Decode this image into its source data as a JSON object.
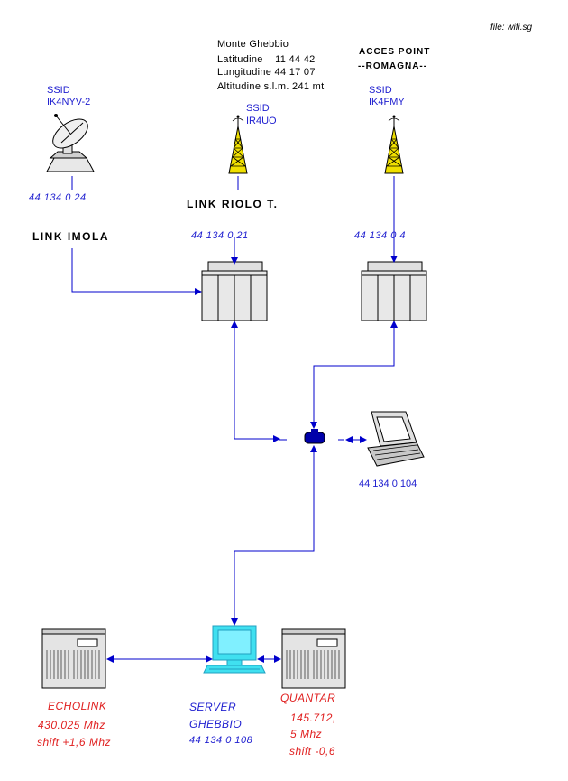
{
  "file_label": "file: wifi.sg",
  "site": {
    "name": "Monte Ghebbio",
    "lat": "Latitudine    11 44 42",
    "lon": "Lungitudine 44 17 07",
    "alt": "Altitudine s.l.m. 241 mt"
  },
  "access_point": {
    "line1": "ACCES POINT",
    "line2": "--ROMAGNA--"
  },
  "ssid_left": {
    "label": "SSID",
    "value": "IK4NYV-2"
  },
  "ssid_mid": {
    "label": "SSID",
    "value": "IR4UO"
  },
  "ssid_right": {
    "label": "SSID",
    "value": "IK4FMY"
  },
  "ip_imola": "44 134 0 24",
  "link_imola": "LINK IMOLA",
  "link_riolo": "LINK RIOLO T.",
  "ip_riolo": "44 134 0 21",
  "ip_romagna": "44 134 0 4",
  "ip_laptop": "44 134 0 104",
  "echolink": {
    "name": "ECHOLINK",
    "freq": "430.025 Mhz",
    "shift": "shift +1,6 Mhz"
  },
  "server": {
    "line1": "SERVER",
    "line2": "GHEBBIO",
    "ip": "44 134 0 108"
  },
  "quantar": {
    "name": "QUANTAR",
    "freq1": "145.712,",
    "freq2": "5 Mhz",
    "shift": "shift -0,6"
  },
  "colors": {
    "link_line": "#0000cc",
    "red_text": "#e02020",
    "blue_text": "#2020d0",
    "tower": "#f0e000",
    "server_pc": "#40e0f0"
  }
}
